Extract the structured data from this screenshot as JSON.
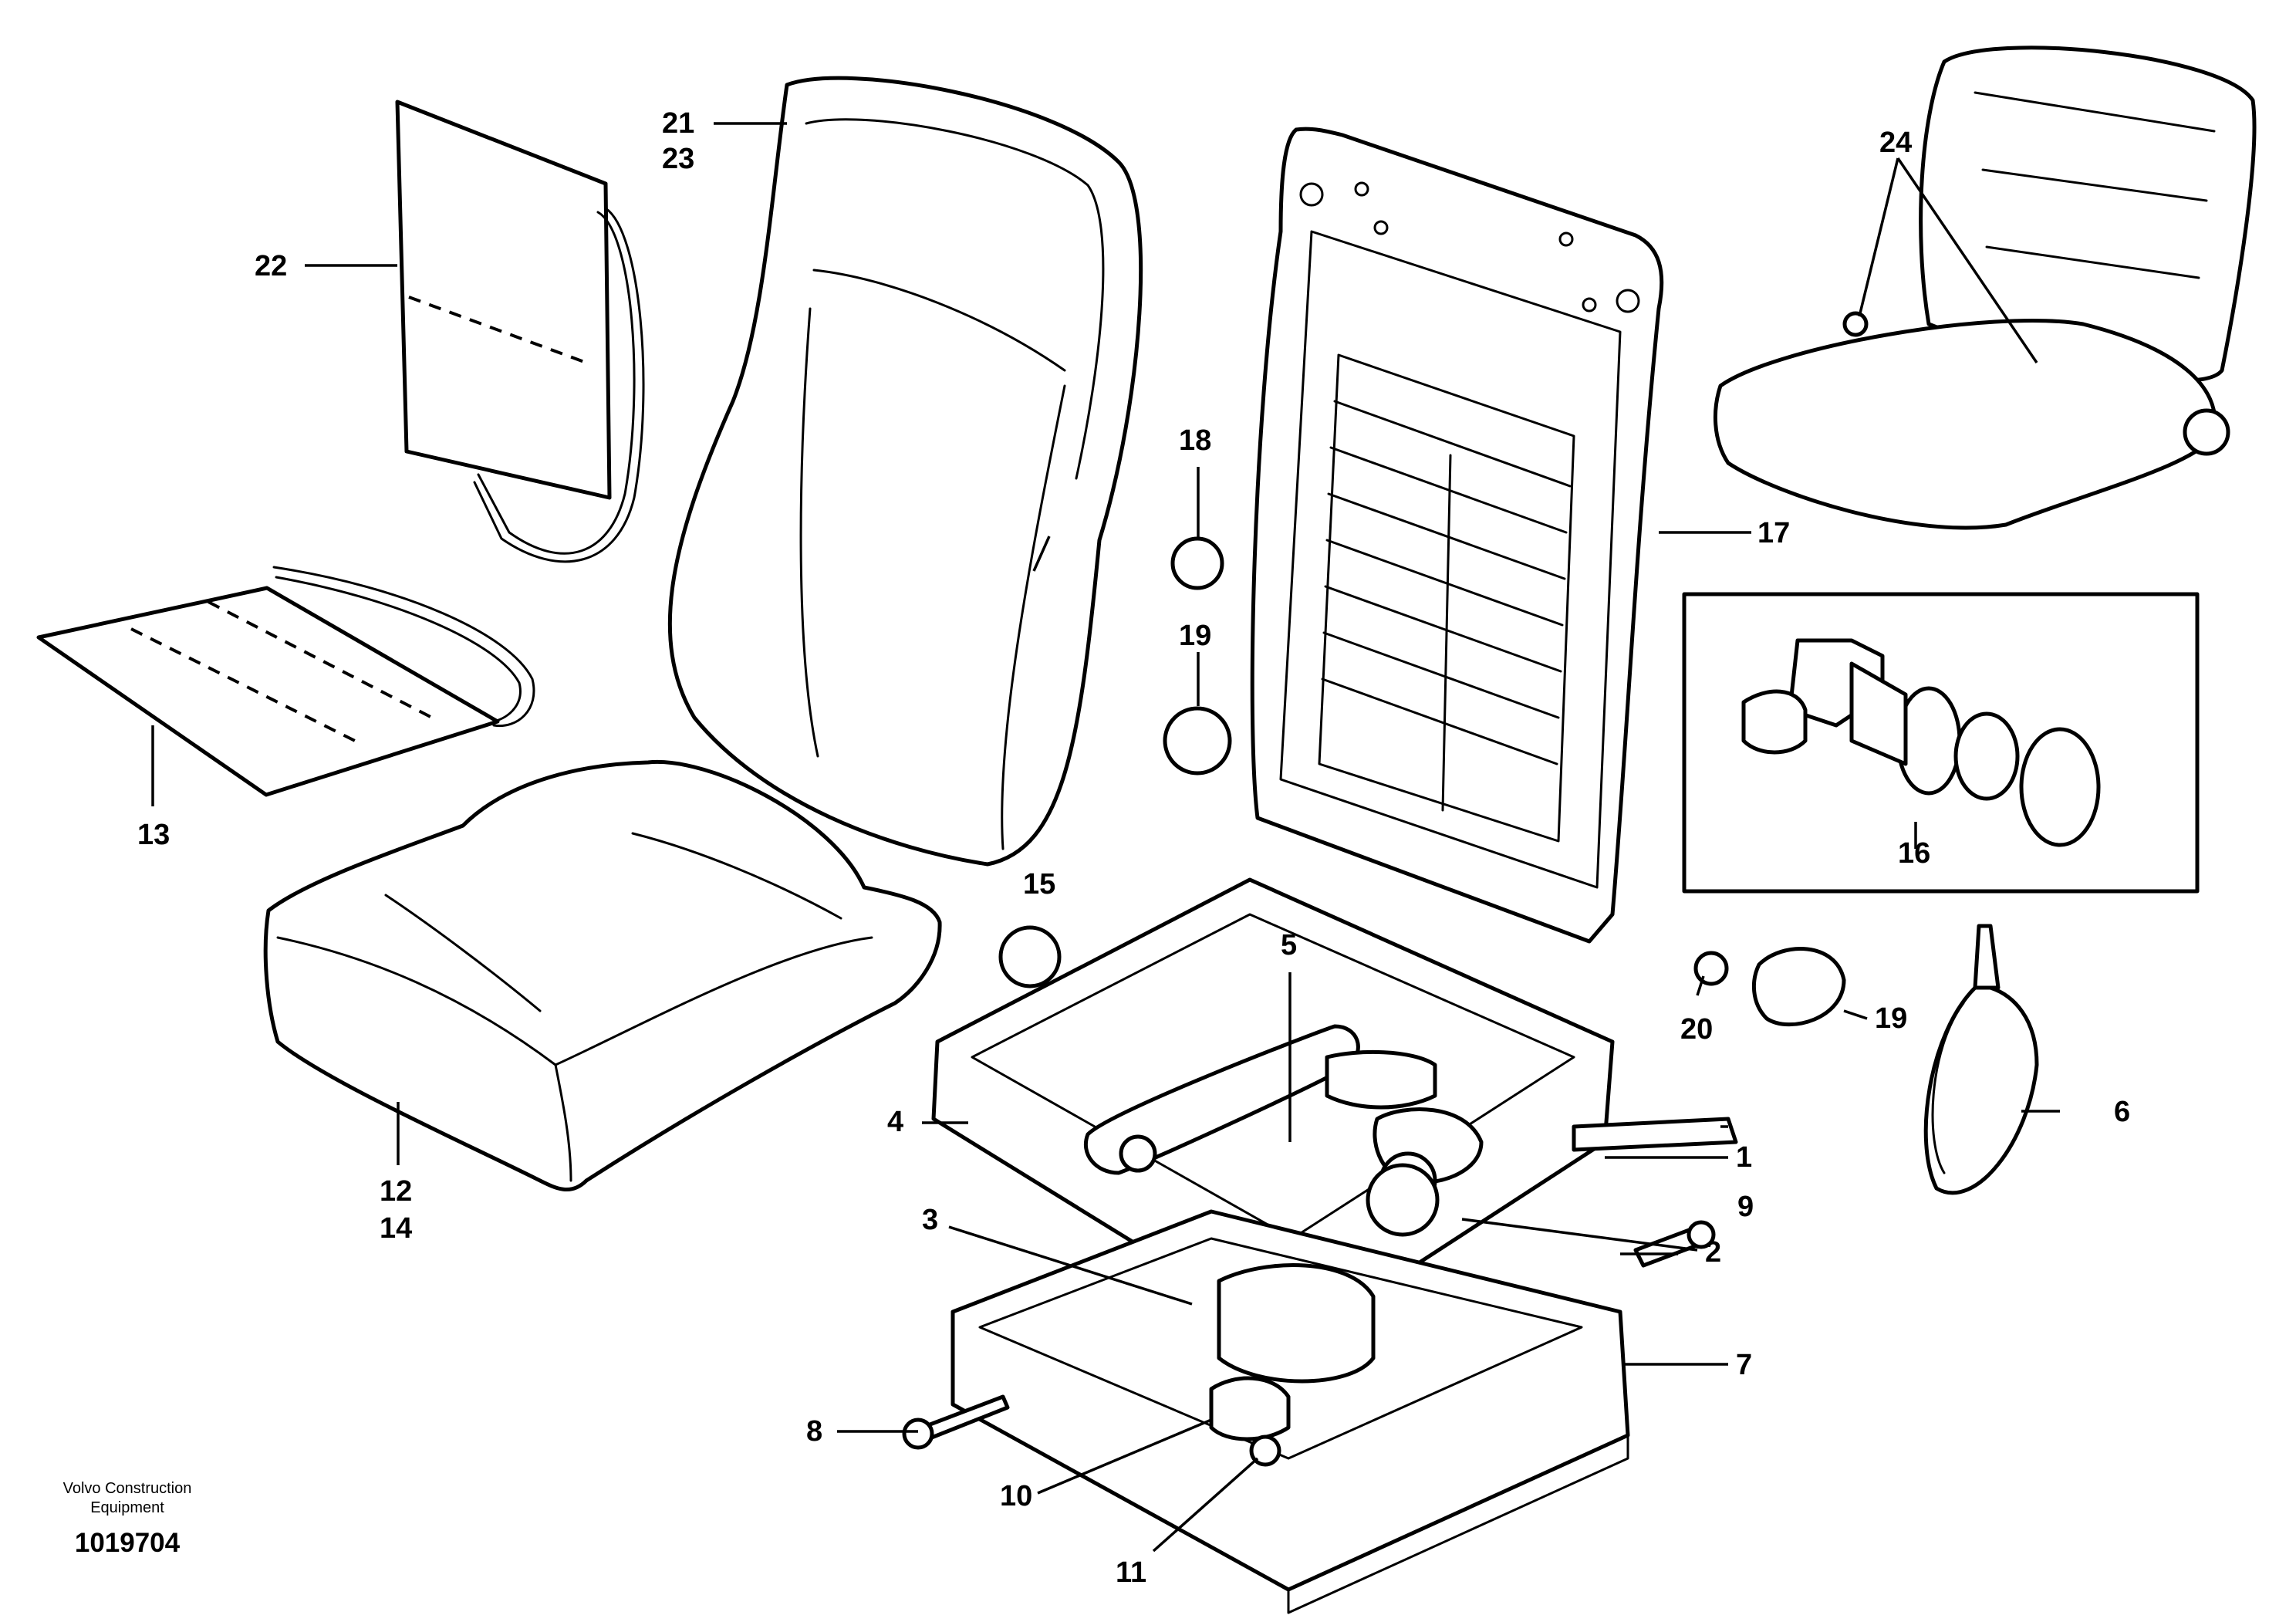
{
  "labels": {
    "l1": "1",
    "l2": "2",
    "l3": "3",
    "l4": "4",
    "l5": "5",
    "l6": "6",
    "l7": "7",
    "l8": "8",
    "l9": "9",
    "l10": "10",
    "l11": "11",
    "l12": "12",
    "l13": "13",
    "l14": "14",
    "l15": "15",
    "l16": "16",
    "l17": "17",
    "l18": "18",
    "l19a": "19",
    "l19b": "19",
    "l20": "20",
    "l21": "21",
    "l22": "22",
    "l23": "23",
    "l24": "24"
  },
  "footer": {
    "brand_line1": "Volvo Construction",
    "brand_line2": "Equipment",
    "figure_number": "1019704"
  }
}
